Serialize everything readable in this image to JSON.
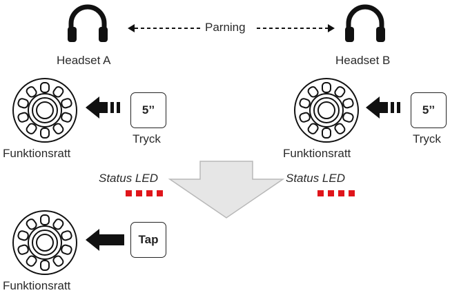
{
  "pairing": {
    "label": "Parning"
  },
  "headset_a": {
    "label": "Headset A"
  },
  "headset_b": {
    "label": "Headset B"
  },
  "left_unit": {
    "dial_label": "Funktionsratt",
    "key_label": "5’’",
    "action_label": "Tryck"
  },
  "right_unit": {
    "dial_label": "Funktionsratt",
    "key_label": "5’’",
    "action_label": "Tryck"
  },
  "status_left": {
    "label": "Status LED",
    "led_count": 4,
    "led_color": "#e0151b"
  },
  "status_right": {
    "label": "Status LED",
    "led_count": 4,
    "led_color": "#e0151b"
  },
  "bottom_unit": {
    "dial_label": "Funktionsratt",
    "key_label": "Tap"
  },
  "colors": {
    "icon": "#111111",
    "led": "#e0151b",
    "down_arrow": "#e6e6e6"
  }
}
